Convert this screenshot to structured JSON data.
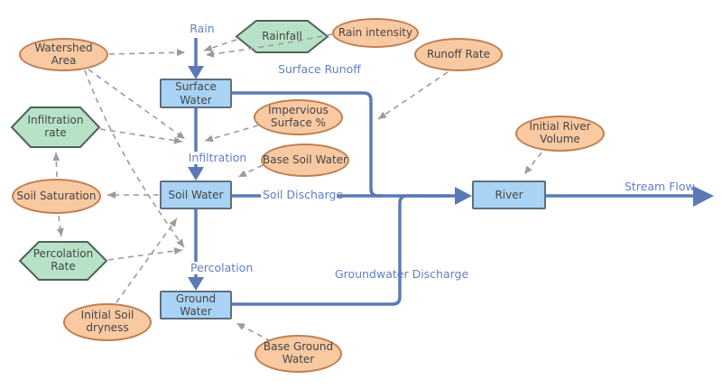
{
  "theme": {
    "bg": "#ffffff",
    "flow": "#5b7ab5",
    "flowText": "#6080c2",
    "conn": "#9b9b9b",
    "text": "#454545",
    "stockFill": "#a9d3f4",
    "stockBorder": "#5f6f7f",
    "ellipseFill": "#f9c9a2",
    "ellipseBorder": "#bf7f50",
    "hexFill": "#b8e2c7",
    "hexBorder": "#4f6257"
  },
  "stocks": [
    {
      "id": "surface-water",
      "label": "Surface\nWater"
    },
    {
      "id": "soil-water",
      "label": "Soil Water"
    },
    {
      "id": "ground-water",
      "label": "Ground Water"
    },
    {
      "id": "river",
      "label": "River"
    }
  ],
  "flows": [
    {
      "id": "rain",
      "label": "Rain"
    },
    {
      "id": "surface-runoff",
      "label": "Surface Runoff"
    },
    {
      "id": "infiltration",
      "label": "Infiltration"
    },
    {
      "id": "soil-discharge",
      "label": "Soil Discharge"
    },
    {
      "id": "percolation",
      "label": "Percolation"
    },
    {
      "id": "groundwater-discharge",
      "label": "Groundwater Discharge"
    },
    {
      "id": "stream-flow",
      "label": "Stream Flow"
    }
  ],
  "variables": [
    {
      "id": "watershed-area",
      "label": "Watershed Area"
    },
    {
      "id": "rain-intensity",
      "label": "Rain intensity"
    },
    {
      "id": "runoff-rate",
      "label": "Runoff Rate"
    },
    {
      "id": "impervious-surface",
      "label": "Impervious\nSurface %"
    },
    {
      "id": "base-soil-water",
      "label": "Base Soil Water"
    },
    {
      "id": "initial-river-volume",
      "label": "Initial River\nVolume"
    },
    {
      "id": "soil-saturation",
      "label": "Soil Saturation"
    },
    {
      "id": "initial-soil-dryness",
      "label": "Initial Soil\ndryness"
    },
    {
      "id": "base-ground-water",
      "label": "Base Ground\nWater"
    }
  ],
  "converters": [
    {
      "id": "rainfall",
      "label": "Rainfall"
    },
    {
      "id": "infiltration-rate",
      "label": "Infiltration\nrate"
    },
    {
      "id": "percolation-rate",
      "label": "Percolation\nRate"
    }
  ],
  "connectors": [
    {
      "from": "Watershed Area",
      "to": "Rain"
    },
    {
      "from": "Rainfall",
      "to": "Rain"
    },
    {
      "from": "Rain intensity",
      "to": "Rain"
    },
    {
      "from": "Watershed Area",
      "to": "Infiltration"
    },
    {
      "from": "Infiltration rate",
      "to": "Infiltration"
    },
    {
      "from": "Impervious Surface %",
      "to": "Infiltration"
    },
    {
      "from": "Watershed Area",
      "to": "Percolation"
    },
    {
      "from": "Soil Water",
      "to": "Soil Saturation"
    },
    {
      "from": "Soil Saturation",
      "to": "Infiltration rate"
    },
    {
      "from": "Soil Saturation",
      "to": "Percolation Rate"
    },
    {
      "from": "Percolation Rate",
      "to": "Percolation"
    },
    {
      "from": "Initial Soil dryness",
      "to": "Soil Water"
    },
    {
      "from": "Base Soil Water",
      "to": "Soil Water"
    },
    {
      "from": "Base Ground Water",
      "to": "Ground Water"
    },
    {
      "from": "Initial River Volume",
      "to": "River"
    },
    {
      "from": "Runoff Rate",
      "to": "Surface Runoff"
    }
  ]
}
